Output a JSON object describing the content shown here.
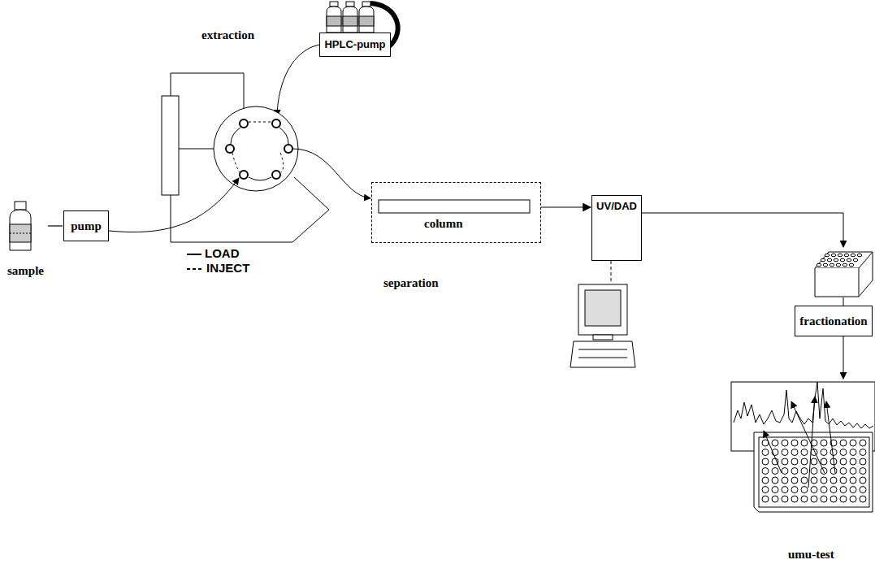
{
  "diagram": {
    "nodes": [
      {
        "text": [
          "sample"
        ]
      },
      {
        "text": [
          "pump"
        ]
      },
      {
        "text": [
          "HPLC-pump"
        ]
      },
      {
        "text": [
          "column"
        ]
      },
      {
        "text": [
          "UV/DAD"
        ]
      },
      {
        "text": [
          "fractionation"
        ]
      },
      {
        "text": [
          "umu-test"
        ]
      }
    ],
    "edges": [
      {
        "from": 0,
        "to": 1,
        "arrow": "none"
      },
      {
        "from": 3,
        "to": 4,
        "arrow": "to"
      }
    ],
    "labels": [
      "extraction",
      "separation"
    ],
    "legend": [
      {
        "text": "LOAD"
      },
      {
        "text": "INJECT"
      }
    ]
  }
}
